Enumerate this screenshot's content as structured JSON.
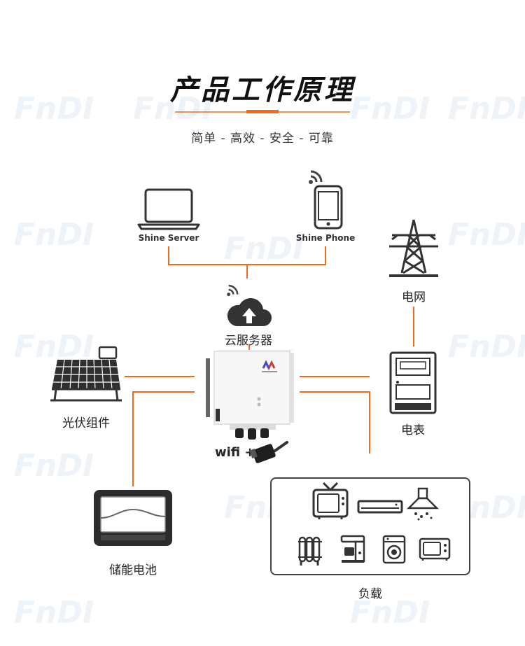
{
  "header": {
    "title": "产品工作原理",
    "subtitle": "简单 - 高效 - 安全 - 可靠"
  },
  "nodes": {
    "shine_server": "Shine Server",
    "shine_phone": "Shine Phone",
    "cloud": "云服务器",
    "grid": "电网",
    "pv": "光伏组件",
    "meter": "电表",
    "wifi": "wifi +",
    "battery": "储能电池",
    "load": "负载"
  },
  "watermark": "FnDI",
  "colors": {
    "accent": "#ef6c1e",
    "icon_dark": "#333333",
    "background": "#ffffff"
  },
  "icons": [
    "laptop-icon",
    "smartphone-icon",
    "wifi-signal-icon",
    "cloud-upload-icon",
    "power-tower-icon",
    "solar-panel-icon",
    "inverter-image",
    "energy-meter-icon",
    "wifi-dongle-icon",
    "battery-icon",
    "tv-icon",
    "air-conditioner-icon",
    "range-hood-icon",
    "heater-icon",
    "coffee-machine-icon",
    "washing-machine-icon",
    "microwave-icon"
  ]
}
